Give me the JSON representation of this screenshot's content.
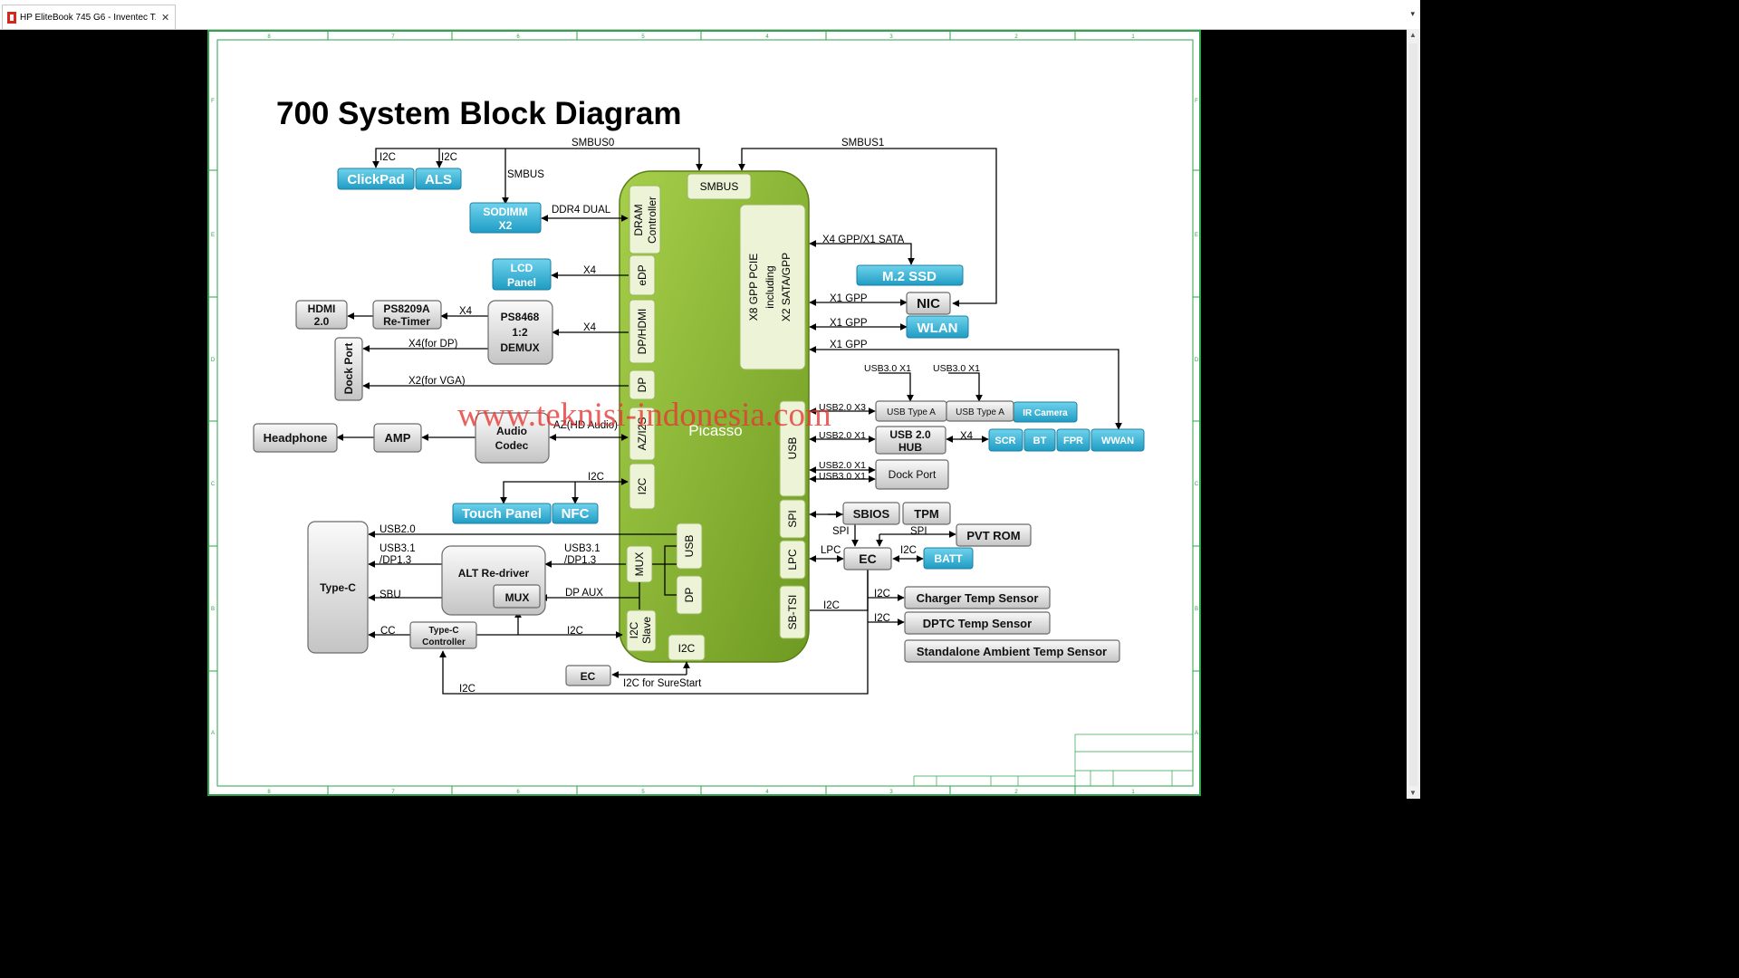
{
  "window": {
    "tab_title": "HP EliteBook 745 G6  - Inventec T...",
    "close_glyph": "✕",
    "collapse_glyph": "▾"
  },
  "scrollbar": {
    "up": "▲",
    "down": "▼"
  },
  "border_columns": [
    "8",
    "7",
    "6",
    "5",
    "4",
    "3",
    "2",
    "1"
  ],
  "border_rows": [
    "F",
    "E",
    "D",
    "C",
    "B",
    "A"
  ],
  "diagram": {
    "title": "700 System Block Diagram",
    "watermark": "www.teknisi-indonesia.com",
    "cpu": "Picasso",
    "bus": {
      "smbus0": "SMBUS0",
      "smbus1": "SMBUS1",
      "smbus": "SMBUS",
      "i2c": "I2C",
      "ddr4": "DDR4 DUAL",
      "x4": "X4",
      "x4_dp": "X4(for DP)",
      "x2_vga": "X2(for VGA)",
      "az": "AZ(HD Audio)",
      "x4gpp": "X4 GPP/X1 SATA",
      "x1gpp": "X1 GPP",
      "usb30": "USB3.0 X1",
      "usb20x3": "USB2.0 X3",
      "usb20x1": "USB2.0 X1",
      "usb30x1": "USB3.0 X1",
      "usb20": "USB2.0",
      "usb31": "USB3.1",
      "dp13": "/DP1.3",
      "sbu": "SBU",
      "cc": "CC",
      "dpaux": "DP AUX",
      "spi": "SPI",
      "lpc": "LPC",
      "surestart": "I2C for SureStart"
    },
    "blocks": {
      "clickpad": "ClickPad",
      "als": "ALS",
      "sodimm": "SODIMM",
      "sodimm2": "X2",
      "lcd": "LCD",
      "panel": "Panel",
      "hdmi": "HDMI",
      "hdmi2": "2.0",
      "ps8209": "PS8209A",
      "retimer": "Re-Timer",
      "ps8468": "PS8468",
      "ratio": "1:2",
      "demux": "DEMUX",
      "dockport": "Dock Port",
      "headphone": "Headphone",
      "amp": "AMP",
      "audio": "Audio",
      "codec": "Codec",
      "touch": "Touch Panel",
      "nfc": "NFC",
      "typec": "Type-C",
      "altredriver": "ALT Re-driver",
      "mux": "MUX",
      "tcctl": "Type-C",
      "tcctl2": "Controller",
      "ec": "EC",
      "m2ssd": "M.2 SSD",
      "nic": "NIC",
      "wlan": "WLAN",
      "usbtypea": "USB Type A",
      "ircamera": "IR Camera",
      "usbhub": "USB 2.0",
      "usbhub2": "HUB",
      "scr": "SCR",
      "bt": "BT",
      "fpr": "FPR",
      "wwan": "WWAN",
      "dockport2": "Dock Port",
      "sbios": "SBIOS",
      "tpm": "TPM",
      "pvtrom": "PVT ROM",
      "batt": "BATT",
      "charger": "Charger Temp Sensor",
      "dptc": "DPTC Temp Sensor",
      "ambient": "Standalone Ambient Temp Sensor"
    },
    "ports": {
      "smbus": "SMBUS",
      "dram": "DRAM",
      "controller": "Controller",
      "edp": "eDP",
      "dphdmi": "DP/HDMI",
      "dp": "DP",
      "az": "AZ/I2S",
      "i2c": "I2C",
      "mux": "MUX",
      "usb": "USB",
      "i2cslave": "I2C",
      "slave": "Slave",
      "pcie1": "X8 GPP PCIE",
      "pcie2": "including",
      "pcie3": "X2 SATA/GPP",
      "spi": "SPI",
      "lpc": "LPC",
      "sbtsi": "SB-TSI"
    }
  }
}
